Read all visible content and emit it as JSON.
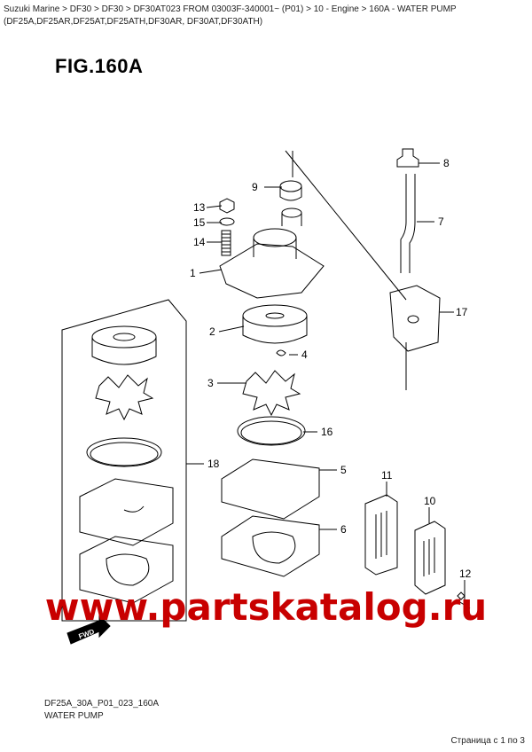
{
  "breadcrumb": "Suzuki Marine > DF30 > DF30 > DF30AT023 FROM 03003F-340001~ (P01) > 10 - Engine > 160A - WATER PUMP (DF25A,DF25AR,DF25AT,DF25ATH,DF30AR, DF30AT,DF30ATH)",
  "figure_title": "FIG.160A",
  "callouts": {
    "c1": "1",
    "c2": "2",
    "c3": "3",
    "c4": "4",
    "c5": "5",
    "c6": "6",
    "c7": "7",
    "c8": "8",
    "c9": "9",
    "c10": "10",
    "c11": "11",
    "c12": "12",
    "c13": "13",
    "c14": "14",
    "c15": "15",
    "c16": "16",
    "c17": "17",
    "c18": "18"
  },
  "fwd_label": "FWD",
  "watermark": "www.partskatalog.ru",
  "drawing_code": "DF25A_30A_P01_023_160A",
  "drawing_caption": "WATER PUMP",
  "pager": "Страница с 1 по 3"
}
